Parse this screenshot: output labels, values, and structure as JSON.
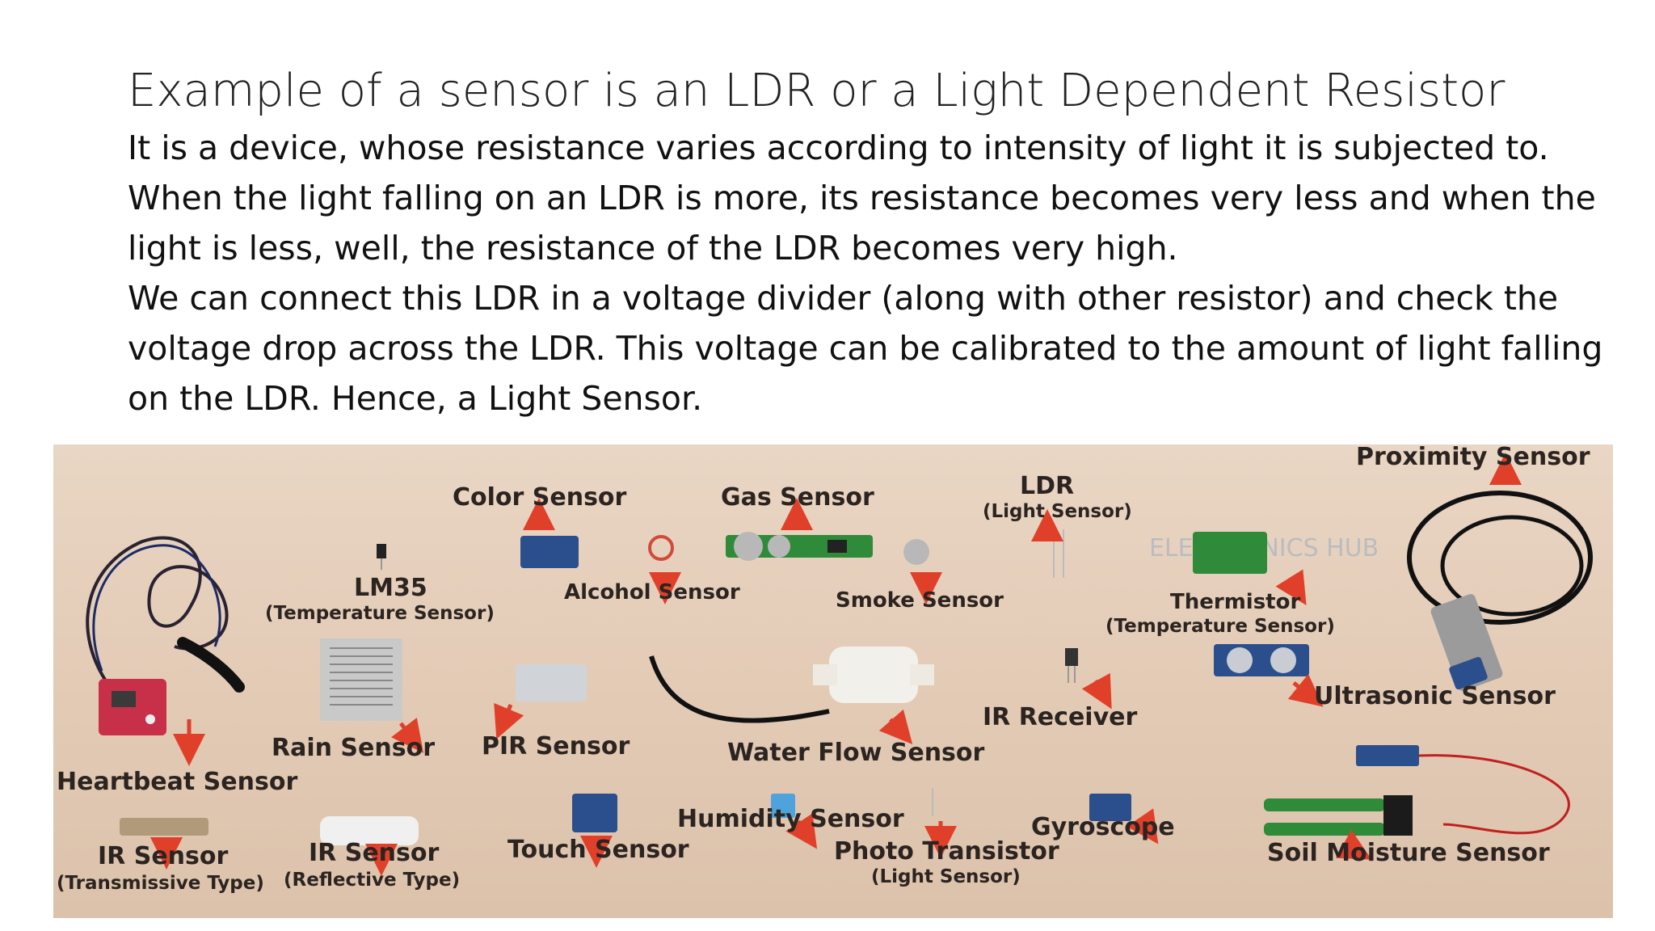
{
  "slide": {
    "title": "Example of a sensor is an LDR or a Light Dependent Resistor",
    "paragraphs": [
      "It is a device, whose resistance varies according to intensity of light it is subjected to.",
      "When the light falling on an LDR is more, its resistance becomes very less and when the light is less, well, the resistance of the LDR becomes very high.",
      "We can connect this LDR in a voltage divider (along with other resistor) and check the voltage drop across the LDR. This voltage can be calibrated to the amount of light falling on the LDR. Hence, a Light Sensor."
    ]
  },
  "photo": {
    "watermark": "ELECTRONICS HUB",
    "labels": {
      "proximity": "Proximity Sensor",
      "color": "Color Sensor",
      "gas": "Gas Sensor",
      "ldr": "LDR",
      "ldr_sub": "(Light Sensor)",
      "lm35": "LM35",
      "lm35_sub": "(Temperature Sensor)",
      "alcohol": "Alcohol Sensor",
      "smoke": "Smoke Sensor",
      "thermistor": "Thermistor",
      "thermistor_sub": "(Temperature Sensor)",
      "ultrasonic": "Ultrasonic Sensor",
      "ir_receiver": "IR Receiver",
      "rain": "Rain Sensor",
      "pir": "PIR Sensor",
      "water_flow": "Water Flow Sensor",
      "heartbeat": "Heartbeat Sensor",
      "humidity": "Humidity Sensor",
      "gyroscope": "Gyroscope",
      "ir_sensor_1": "IR Sensor",
      "ir_sensor_1_sub": "(Transmissive Type)",
      "ir_sensor_2": "IR Sensor",
      "ir_sensor_2_sub": "(Reflective Type)",
      "touch": "Touch Sensor",
      "photo_transistor": "Photo Transistor",
      "photo_transistor_sub": "(Light Sensor)",
      "soil": "Soil Moisture Sensor"
    }
  },
  "colors": {
    "arrow": "#e0402a",
    "board_blue": "#2b4f8c",
    "board_red": "#c8304a",
    "board_green": "#2f8a3a"
  }
}
